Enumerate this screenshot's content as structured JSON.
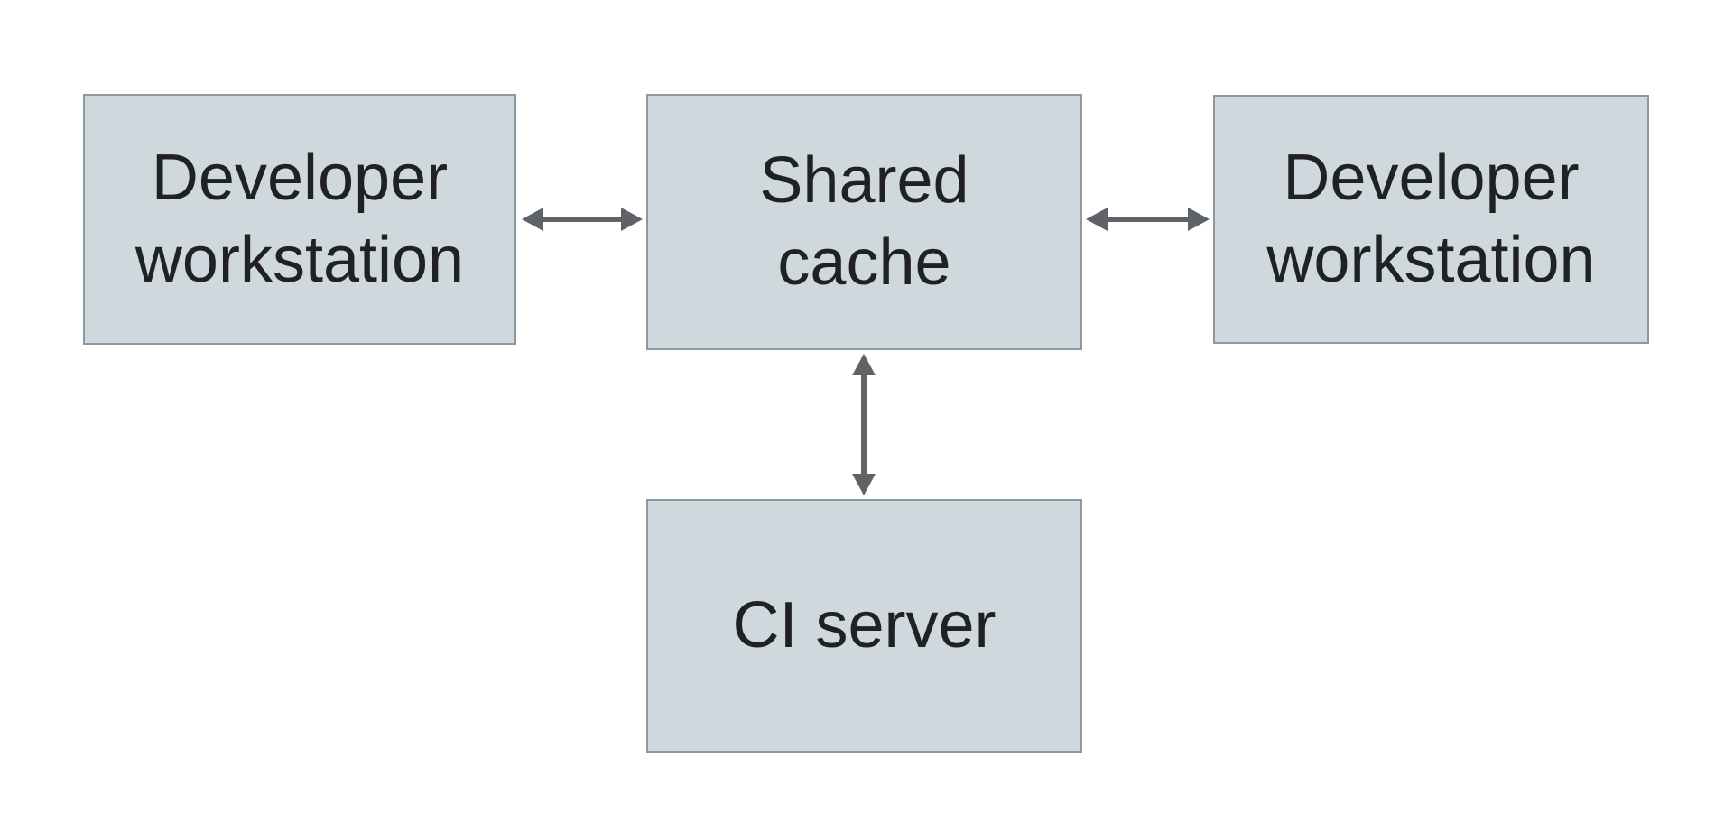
{
  "diagram": {
    "colors": {
      "background": "#ffffff",
      "box_fill": "#cfd8dc",
      "box_border": "#8d999e",
      "arrow_color": "#5f6368",
      "text_color": "#202124"
    },
    "nodes": [
      {
        "id": "developer-workstation-left",
        "label": "Developer\nworkstation"
      },
      {
        "id": "shared-cache",
        "label": "Shared\ncache"
      },
      {
        "id": "developer-workstation-right",
        "label": "Developer\nworkstation"
      },
      {
        "id": "ci-server",
        "label": "CI server"
      }
    ],
    "edges": [
      {
        "from": "developer-workstation-left",
        "to": "shared-cache",
        "bidirectional": true
      },
      {
        "from": "shared-cache",
        "to": "developer-workstation-right",
        "bidirectional": true
      },
      {
        "from": "shared-cache",
        "to": "ci-server",
        "bidirectional": true
      }
    ]
  }
}
